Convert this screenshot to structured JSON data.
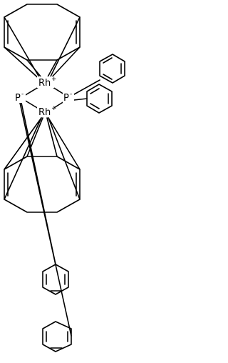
{
  "atoms": {
    "rh_top": {
      "symbol": "Rh",
      "charge": "+"
    },
    "rh_bottom": {
      "symbol": "Rh",
      "charge": "+"
    },
    "p_left": {
      "symbol": "P",
      "charge": "-"
    },
    "p_right": {
      "symbol": "P",
      "charge": "-"
    }
  }
}
